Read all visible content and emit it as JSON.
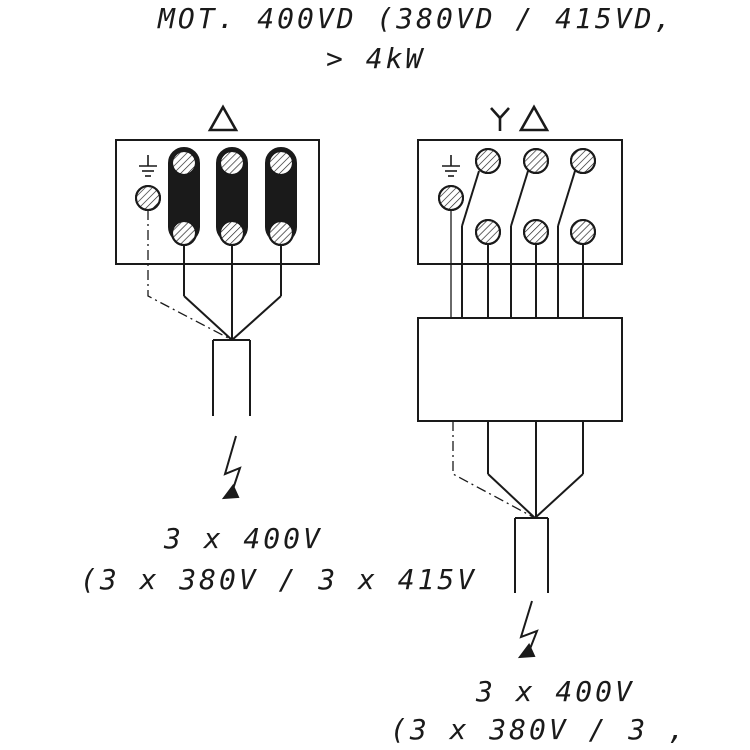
{
  "title": {
    "line1": "MOT. 400VD (380VD / 415VD,",
    "line2": "> 4kW"
  },
  "left_block": {
    "symbol": "Δ",
    "earth_symbol": "⏚",
    "supply_line1": "3 x 400V",
    "supply_line2": "(3 x 380V / 3 x 415V"
  },
  "right_block": {
    "symbol": "Y Δ",
    "earth_symbol": "⏚",
    "supply_line1": "3 x 400V",
    "supply_line2": "(3 x 380V / 3 ,"
  },
  "colors": {
    "ink": "#1a1a1a",
    "background": "#ffffff"
  }
}
